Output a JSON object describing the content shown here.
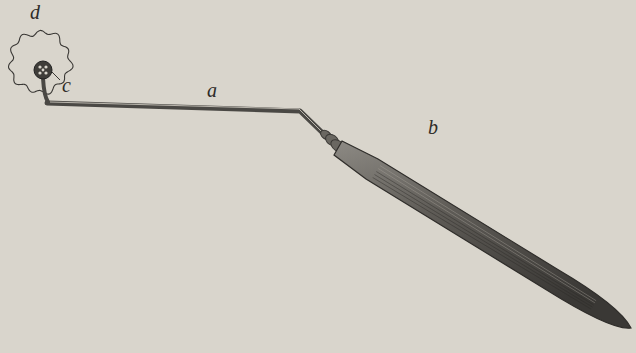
{
  "diagram": {
    "labels": [
      "d",
      "c",
      "a",
      "b"
    ]
  }
}
